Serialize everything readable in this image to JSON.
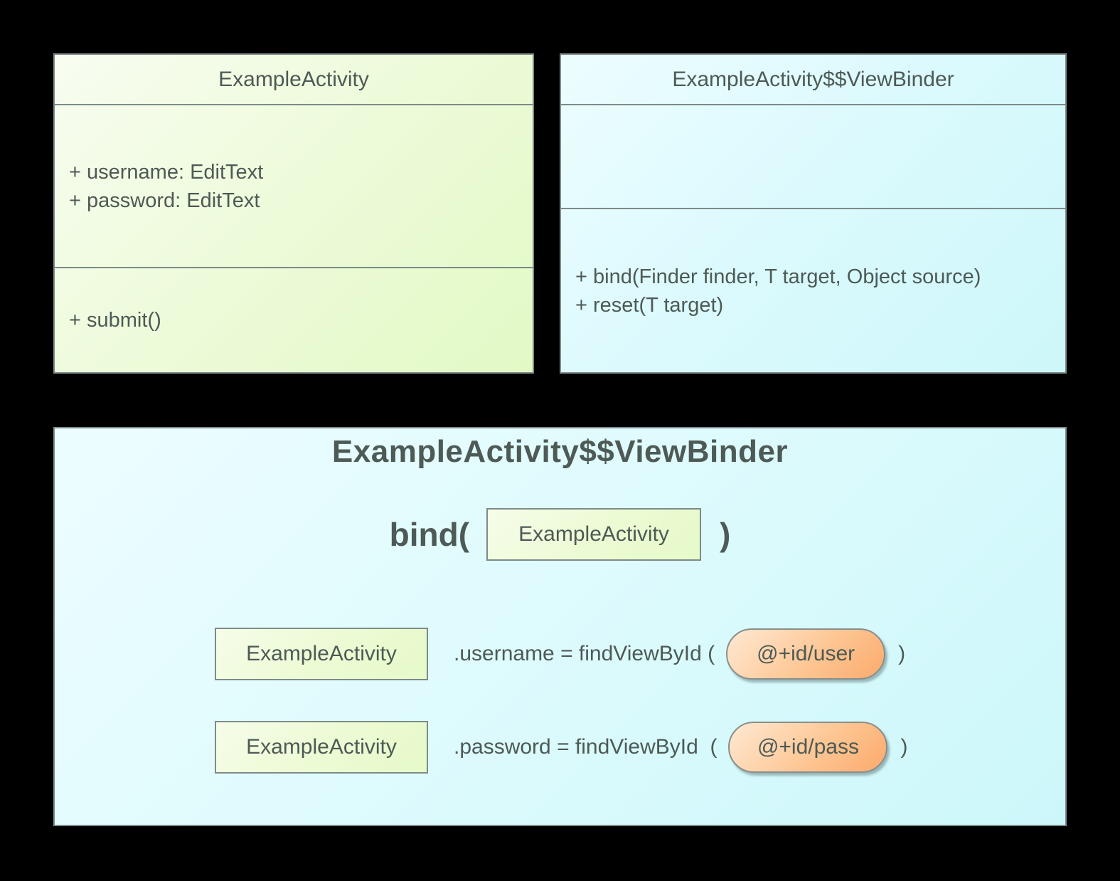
{
  "colors": {
    "background": "#000000",
    "box_border": "#7d8b89",
    "text": "#4d5a55",
    "green_fill_light": "#f8fdf1",
    "green_fill_dark": "#e2f9c5",
    "cyan_fill_light": "#edfdff",
    "cyan_fill_dark": "#ccf7fa",
    "orange_fill_light": "#ffe9d3",
    "orange_fill_dark": "#fbaa6c"
  },
  "class_boxes": [
    {
      "title": "ExampleActivity",
      "attributes": [
        "+ username: EditText",
        "+ password: EditText"
      ],
      "methods": [
        "+ submit()"
      ]
    },
    {
      "title": "ExampleActivity$$ViewBinder",
      "attributes": [],
      "methods": [
        "+ bind(Finder finder, T target, Object source)",
        "+ reset(T target)"
      ]
    }
  ],
  "detail_box": {
    "title": "ExampleActivity$$ViewBinder",
    "bind_call": {
      "keyword": "bind(",
      "argument": "ExampleActivity",
      "close": ")"
    },
    "bindings": [
      {
        "target": "ExampleActivity",
        "expression": ".username = findViewById (",
        "resource_id": "@+id/user",
        "close": ")"
      },
      {
        "target": "ExampleActivity",
        "expression": ".password = findViewById  (",
        "resource_id": "@+id/pass",
        "close": ")"
      }
    ]
  }
}
